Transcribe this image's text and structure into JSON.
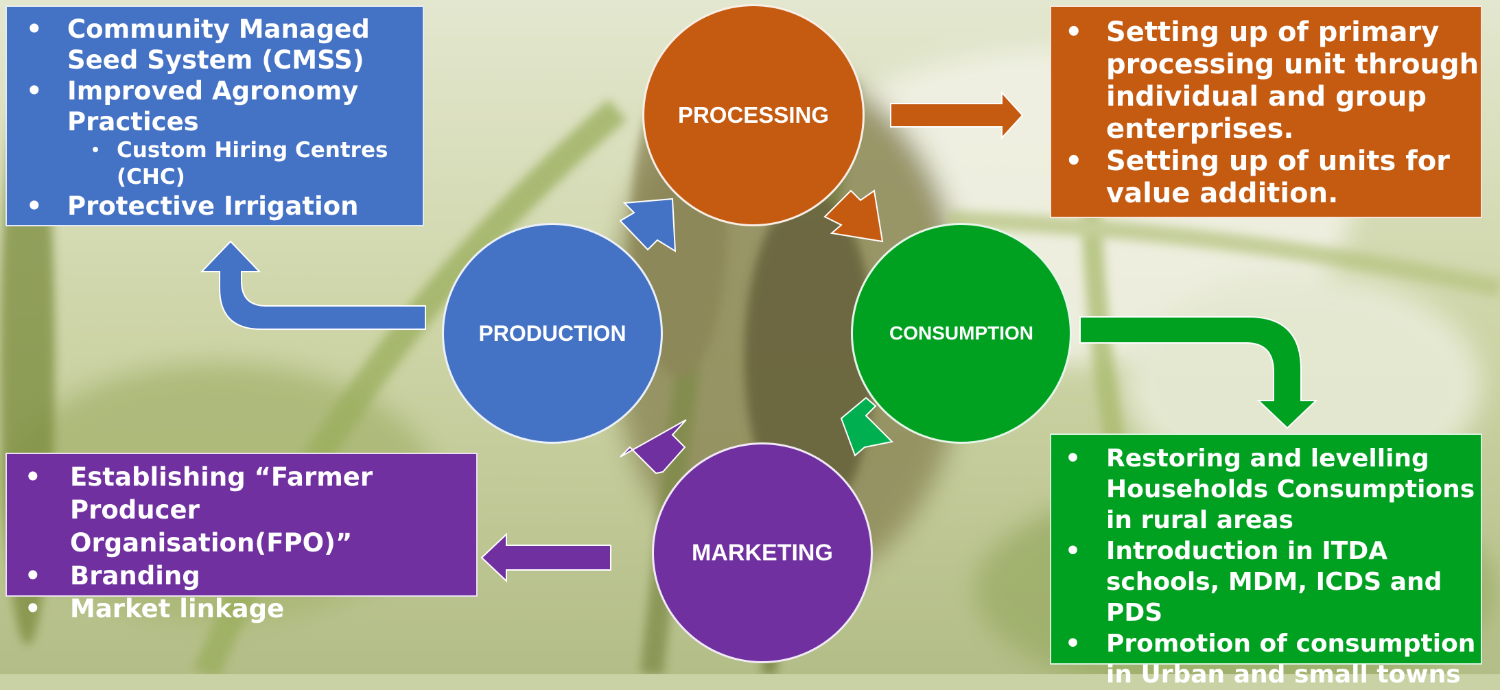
{
  "colors": {
    "production": "#4472c4",
    "processing": "#c55a11",
    "consumption": "#00a020",
    "marketing": "#7030a0",
    "consumption_arrow": "#00b050"
  },
  "circles": {
    "processing": "PROCESSING",
    "production": "PRODUCTION",
    "consumption": "CONSUMPTION",
    "marketing": "MARKETING"
  },
  "production_box": {
    "items": [
      "Community Managed Seed System (CMSS)",
      "Improved Agronomy Practices",
      "Custom Hiring Centres (CHC)",
      "Protective Irrigation"
    ]
  },
  "processing_box": {
    "items": [
      "Setting up of primary processing unit through individual and group enterprises.",
      "Setting up of units for value addition."
    ]
  },
  "marketing_box": {
    "items": [
      "Establishing “Farmer Producer Organisation(FPO)”",
      "Branding",
      "Market linkage"
    ]
  },
  "consumption_box": {
    "items": [
      "Restoring and levelling Households Consumptions in rural areas",
      "Introduction in ITDA schools, MDM, ICDS and PDS",
      "Promotion of consumption in Urban and small towns"
    ]
  },
  "bullet_char": "•"
}
